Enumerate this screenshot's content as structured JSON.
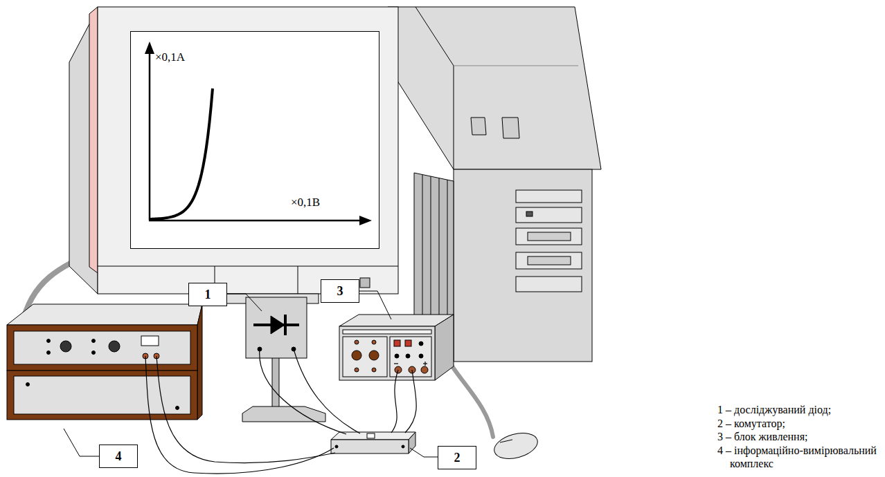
{
  "diagram": {
    "nodes": [
      {
        "text": [
          "×0,1А",
          "×0,1В"
        ]
      },
      {
        "text": [
          "1"
        ]
      },
      {
        "text": [
          "3"
        ]
      },
      {
        "text": [
          "4"
        ]
      },
      {
        "text": [
          "2"
        ]
      }
    ],
    "labels": [
      "1 – досліджуваний діод;",
      "2 – комутатор;",
      "3 – блок живлення;",
      "4 – інформаційно-вимірювальний комплекс"
    ]
  }
}
